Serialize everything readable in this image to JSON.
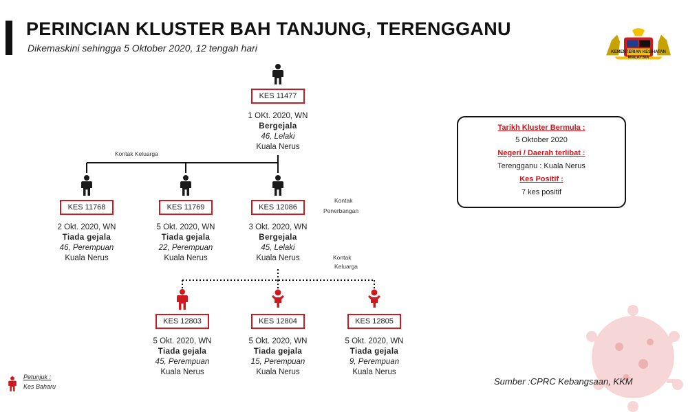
{
  "header": {
    "title": "PERINCIAN KLUSTER BAH TANJUNG, TERENGGANU",
    "subtitle": "Dikemaskini sehingga 5 Oktober 2020, 12 tengah hari"
  },
  "logo": {
    "caption_line1": "KEMENTERIAN KESIHATAN",
    "caption_line2": "MALAYSIA"
  },
  "info_box": {
    "start_label": "Tarikh Kluster Bermula :",
    "start_value": "5 Oktober 2020",
    "state_label": "Negeri / Daerah terlibat :",
    "state_value": "Terengganu : Kuala Nerus",
    "positive_label": "Kes Positif :",
    "positive_value": "7 kes positif"
  },
  "relations": {
    "family_1": "Kontak Keluarga",
    "travel_line1": "Kontak",
    "travel_line2": "Penerbangan",
    "family_2_line1": "Kontak",
    "family_2_line2": "Keluarga"
  },
  "cases": [
    {
      "id": "KES 11477",
      "date": "1 OKt. 2020, WN",
      "status": "Bergejala",
      "age": "46, Lelaki",
      "place": "Kuala Nerus",
      "new": false
    },
    {
      "id": "KES 11768",
      "date": "2 Okt. 2020, WN",
      "status": "Tiada gejala",
      "age": "46, Perempuan",
      "place": "Kuala Nerus",
      "new": false
    },
    {
      "id": "KES 11769",
      "date": "5 Okt. 2020, WN",
      "status": "Tiada gejala",
      "age": "22, Perempuan",
      "place": "Kuala Nerus",
      "new": false
    },
    {
      "id": "KES 12086",
      "date": "3 Okt. 2020, WN",
      "status": "Bergejala",
      "age": "45, Lelaki",
      "place": "Kuala Nerus",
      "new": false
    },
    {
      "id": "KES 12803",
      "date": "5 Okt. 2020, WN",
      "status": "Tiada gejala",
      "age": "45, Perempuan",
      "place": "Kuala Nerus",
      "new": true
    },
    {
      "id": "KES 12804",
      "date": "5 Okt. 2020, WN",
      "status": "Tiada gejala",
      "age": "15, Perempuan",
      "place": "Kuala Nerus",
      "new": true
    },
    {
      "id": "KES 12805",
      "date": "5 Okt. 2020, WN",
      "status": "Tiada gejala",
      "age": "9, Perempuan",
      "place": "Kuala Nerus",
      "new": true
    }
  ],
  "legend": {
    "title": "Petunjuk :",
    "new_case_label": "Kes Baharu"
  },
  "source": "Sumber :CPRC Kebangsaan,  KKM",
  "colors": {
    "accent_red": "#d0191e",
    "existing_case": "#1a1a1a",
    "new_case": "#d0191e"
  }
}
